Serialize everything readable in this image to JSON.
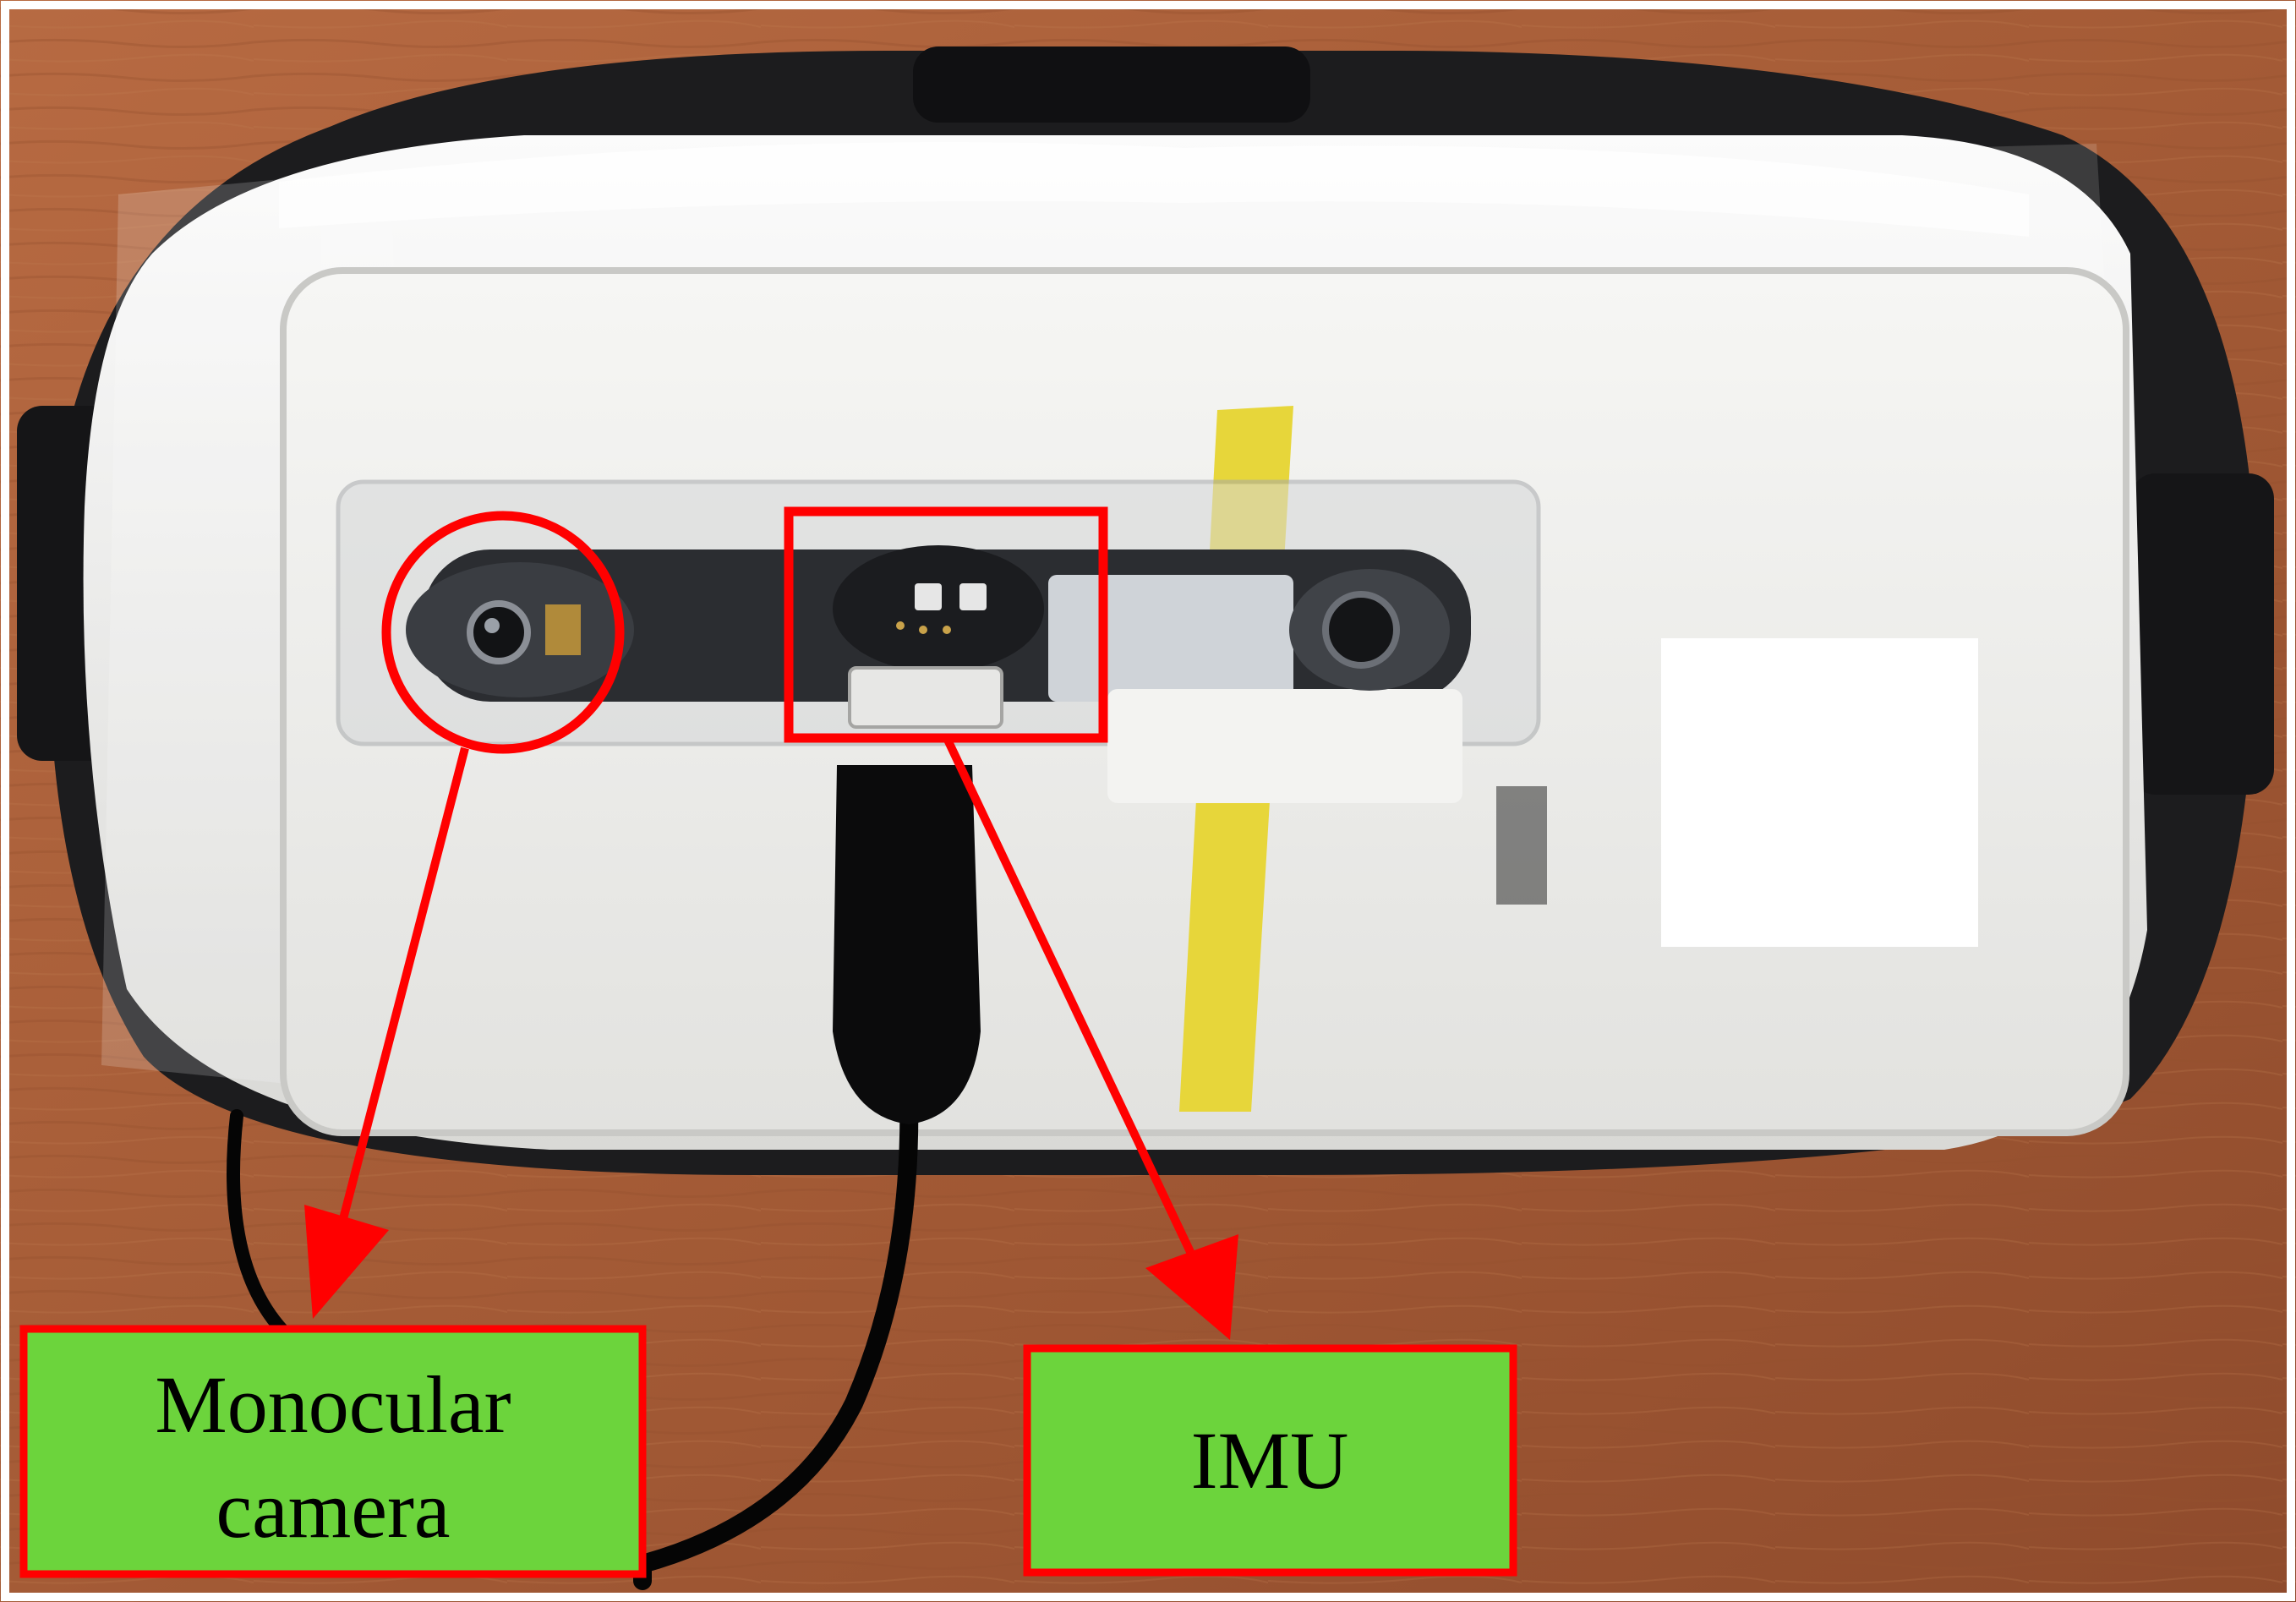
{
  "annotations": {
    "camera_label_line1": "Monocular",
    "camera_label_line2": "camera",
    "imu_label": "IMU"
  },
  "colors": {
    "annotation_red": "#ff0000",
    "label_fill": "#6cd43c",
    "table_wood": "#a45b36",
    "headset_white": "#f1f1ef",
    "headset_black": "#1c1c1e",
    "strip_yellow": "#e7d63a"
  }
}
